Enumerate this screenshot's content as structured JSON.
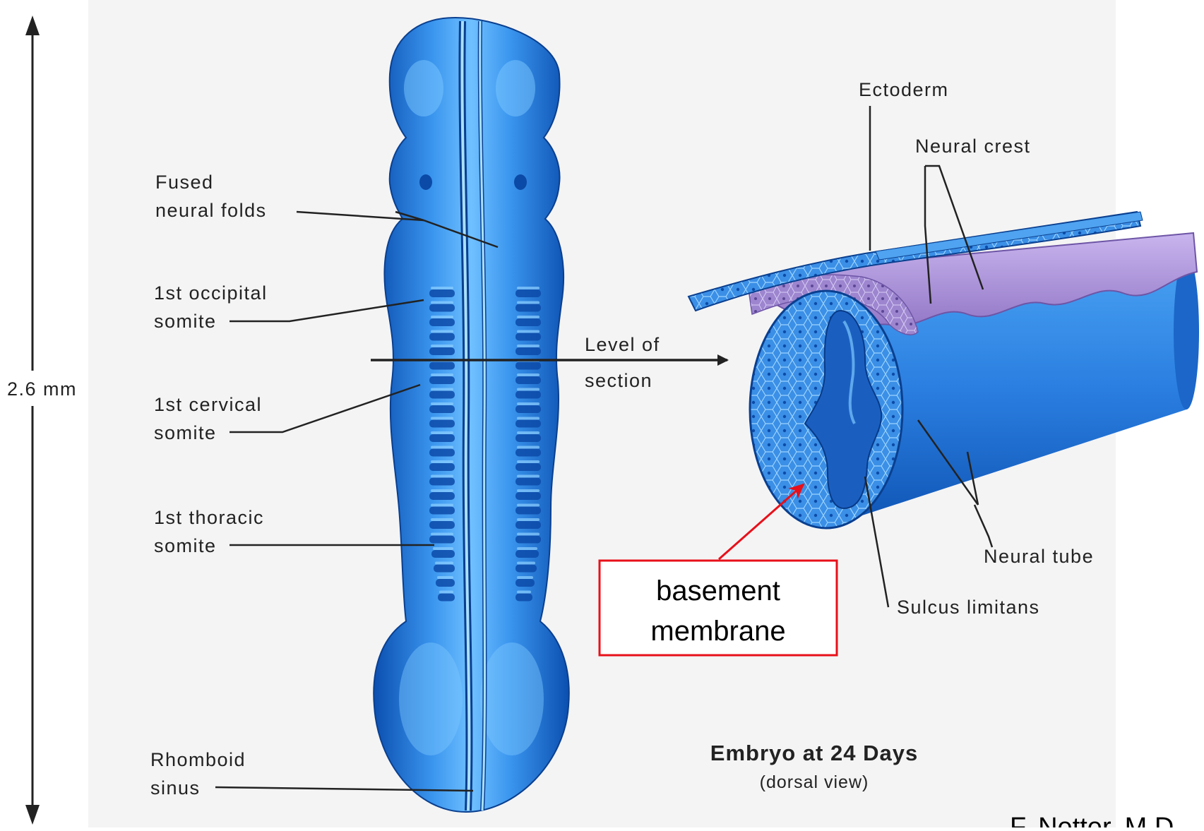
{
  "scale": {
    "label": "2.6 mm"
  },
  "left_labels": {
    "fused_line1": "Fused",
    "fused_line2": "neural folds",
    "occipital_line1": "1st occipital",
    "occipital_line2": "somite",
    "cervical_line1": "1st cervical",
    "cervical_line2": "somite",
    "thoracic_line1": "1st thoracic",
    "thoracic_line2": "somite",
    "rhomboid_line1": "Rhomboid",
    "rhomboid_line2": "sinus"
  },
  "section": {
    "line1": "Level of",
    "line2": "section"
  },
  "right_labels": {
    "ectoderm": "Ectoderm",
    "neural_crest": "Neural crest",
    "neural_tube": "Neural tube",
    "sulcus_limitans": "Sulcus limitans"
  },
  "callout": {
    "line1": "basement",
    "line2": "membrane",
    "color": "#e8101a"
  },
  "figure_title": {
    "title": "Embryo at 24 Days",
    "subtitle": "(dorsal view)"
  },
  "credit": "F. Netter, M.D.",
  "colors": {
    "embryo_blue": "#2f86e6",
    "crest_purple": "#a98fd6",
    "background": "#f4f4f4"
  }
}
